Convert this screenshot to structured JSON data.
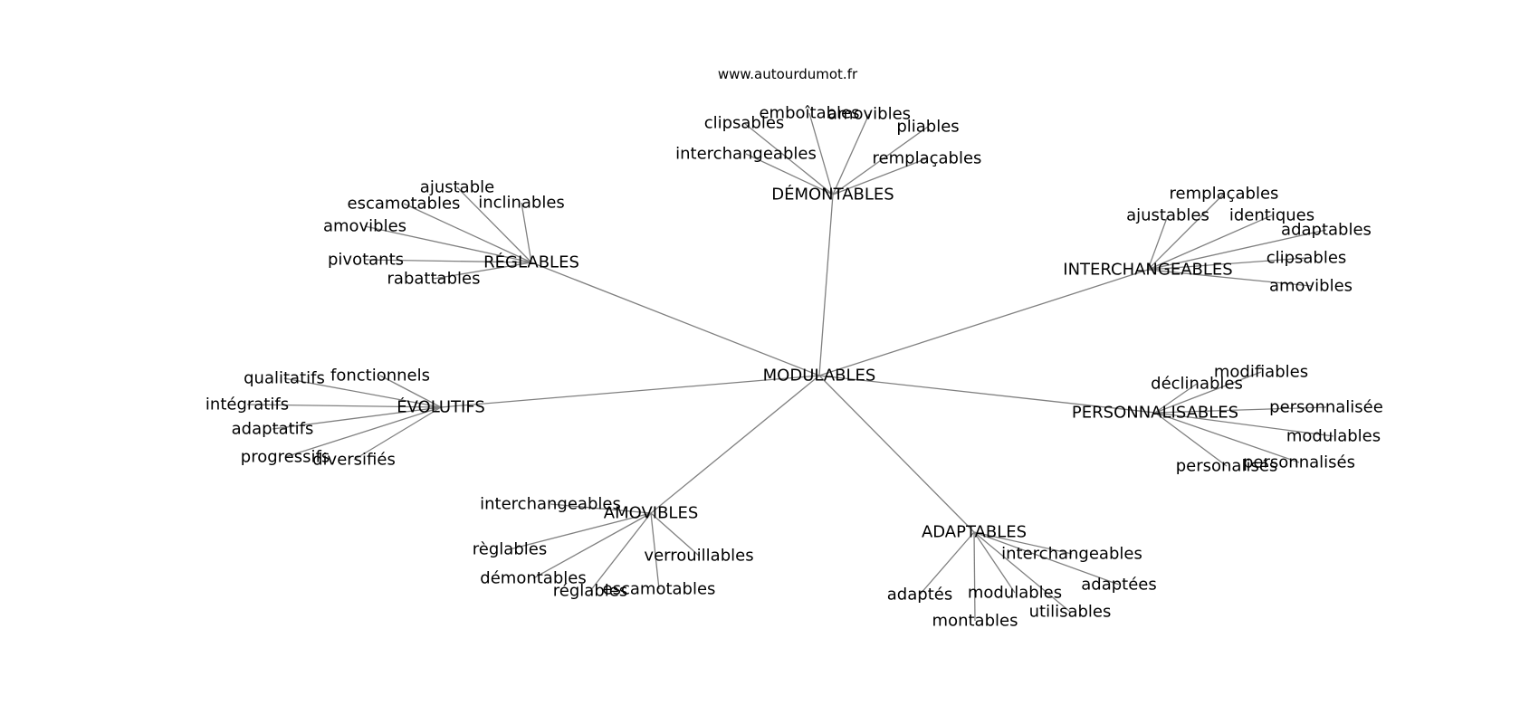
{
  "source": "www.autourdumot.fr",
  "center": "MODULABLES",
  "groups": [
    {
      "label": "DÉMONTABLES",
      "children": [
        "emboîtables",
        "amovibles",
        "clipsables",
        "pliables",
        "interchangeables",
        "remplaçables"
      ]
    },
    {
      "label": "RÉGLABLES",
      "children": [
        "ajustable",
        "escamotables",
        "inclinables",
        "amovibles",
        "pivotants",
        "rabattables"
      ]
    },
    {
      "label": "INTERCHANGEABLES",
      "children": [
        "remplaçables",
        "ajustables",
        "identiques",
        "adaptables",
        "clipsables",
        "amovibles"
      ]
    },
    {
      "label": "ÉVOLUTIFS",
      "children": [
        "qualitatifs",
        "fonctionnels",
        "intégratifs",
        "adaptatifs",
        "progressifs",
        "diversifiés"
      ]
    },
    {
      "label": "PERSONNALISABLES",
      "children": [
        "modifiables",
        "déclinables",
        "personnalisée",
        "modulables",
        "personnalisés",
        "personalisés"
      ]
    },
    {
      "label": "AMOVIBLES",
      "children": [
        "interchangeables",
        "règlables",
        "verrouillables",
        "démontables",
        "réglables",
        "escamotables"
      ]
    },
    {
      "label": "ADAPTABLES",
      "children": [
        "interchangeables",
        "adaptées",
        "adaptés",
        "modulables",
        "utilisables",
        "montables"
      ]
    }
  ]
}
